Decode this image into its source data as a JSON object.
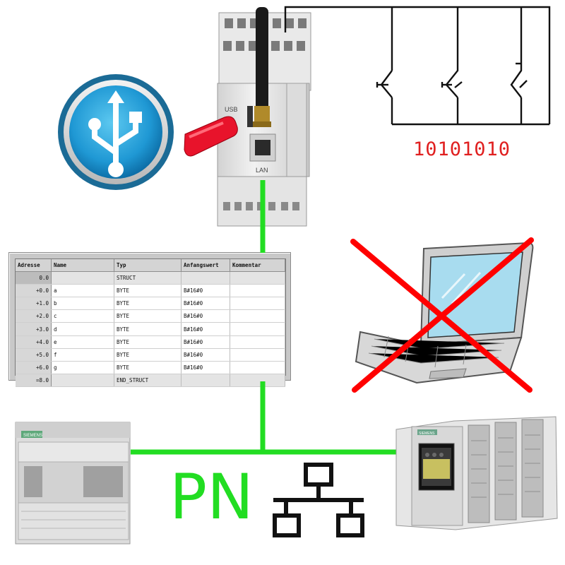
{
  "gateway": {
    "port_usb": "USB",
    "port_lan": "LAN"
  },
  "switch_code": "10101010",
  "pn_label": "PN",
  "db_table": {
    "headers": [
      "Adresse",
      "Name",
      "Typ",
      "Anfangswert",
      "Kommentar"
    ],
    "rows": [
      [
        "0.0",
        "",
        "STRUCT",
        "",
        ""
      ],
      [
        "+0.0",
        "a",
        "BYTE",
        "B#16#0",
        ""
      ],
      [
        "+1.0",
        "b",
        "BYTE",
        "B#16#0",
        ""
      ],
      [
        "+2.0",
        "c",
        "BYTE",
        "B#16#0",
        ""
      ],
      [
        "+3.0",
        "d",
        "BYTE",
        "B#16#0",
        ""
      ],
      [
        "+4.0",
        "e",
        "BYTE",
        "B#16#0",
        ""
      ],
      [
        "+5.0",
        "f",
        "BYTE",
        "B#16#0",
        ""
      ],
      [
        "+6.0",
        "g",
        "BYTE",
        "B#16#0",
        ""
      ],
      [
        "=8.0",
        "",
        "END_STRUCT",
        "",
        ""
      ]
    ]
  },
  "plc_small": {
    "brand": "SIEMENS"
  },
  "plc_large": {
    "brand": "SIEMENS"
  },
  "colors": {
    "network_line": "#22dd22",
    "cross": "#ff0000",
    "code_text": "#e02020",
    "usb_dongle": "#e8132b",
    "usb_icon": "#1e9fd8"
  }
}
